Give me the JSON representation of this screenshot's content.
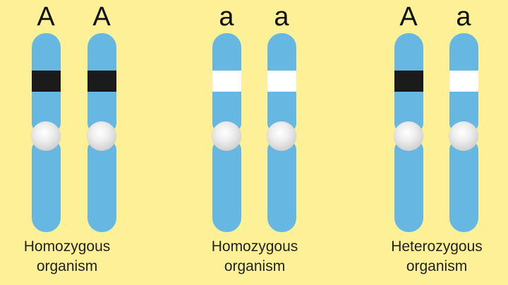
{
  "diagram": {
    "colors": {
      "background": "#fdf097",
      "chromosome": "#66b7e1",
      "dominant_band": "#1b1b1b",
      "recessive_band": "#ffffff",
      "centromere": "#dcdcdc"
    },
    "groups": [
      {
        "caption_line1": "Homozygous",
        "caption_line2": "organism",
        "chromosomes": [
          {
            "allele": "A",
            "band": "dominant"
          },
          {
            "allele": "A",
            "band": "dominant"
          }
        ]
      },
      {
        "caption_line1": "Homozygous",
        "caption_line2": "organism",
        "chromosomes": [
          {
            "allele": "a",
            "band": "recessive"
          },
          {
            "allele": "a",
            "band": "recessive"
          }
        ]
      },
      {
        "caption_line1": "Heterozygous",
        "caption_line2": "organism",
        "chromosomes": [
          {
            "allele": "A",
            "band": "dominant"
          },
          {
            "allele": "a",
            "band": "recessive"
          }
        ]
      }
    ]
  }
}
